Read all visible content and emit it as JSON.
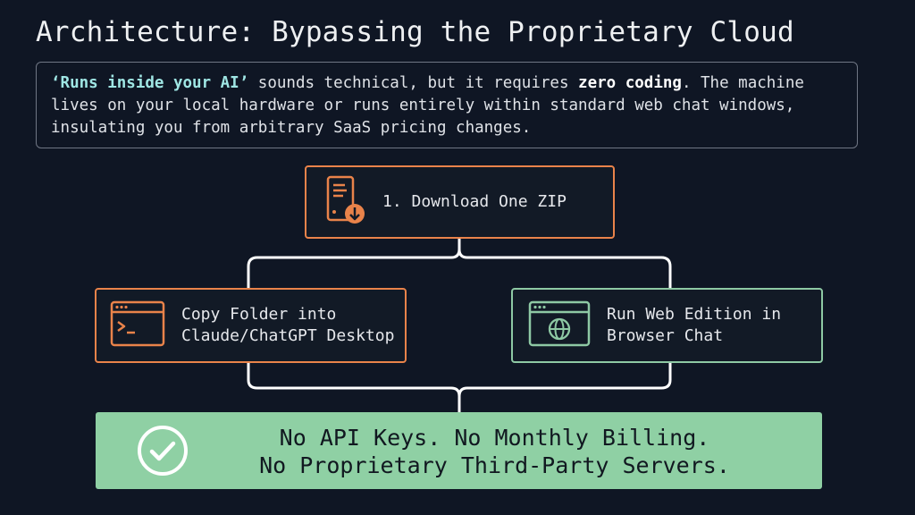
{
  "title": "Architecture: Bypassing the Proprietary Cloud",
  "intro": {
    "quote": "‘Runs inside your AI’",
    "text_1": " sounds technical, but it requires ",
    "emphasis": "zero coding",
    "text_2": ". The machine lives on your local hardware or runs entirely within standard web chat windows, insulating you from arbitrary SaaS pricing changes."
  },
  "steps": {
    "download": {
      "label": "1. Download One ZIP",
      "icon": "zip-file-download-icon"
    },
    "copy": {
      "line1": "Copy Folder into",
      "line2": "Claude/ChatGPT Desktop",
      "icon": "terminal-window-icon"
    },
    "web": {
      "line1": "Run Web Edition in",
      "line2": "Browser Chat",
      "icon": "browser-globe-icon"
    }
  },
  "result": {
    "line1": "No API Keys. No Monthly Billing.",
    "line2": "No Proprietary Third-Party Servers.",
    "icon": "checkmark-circle-icon"
  },
  "colors": {
    "background": "#0f1624",
    "orange": "#e9834a",
    "green": "#8ec9a4",
    "banner": "#8fd0a4",
    "connector": "#ffffff",
    "highlight": "#9fe6e4"
  }
}
